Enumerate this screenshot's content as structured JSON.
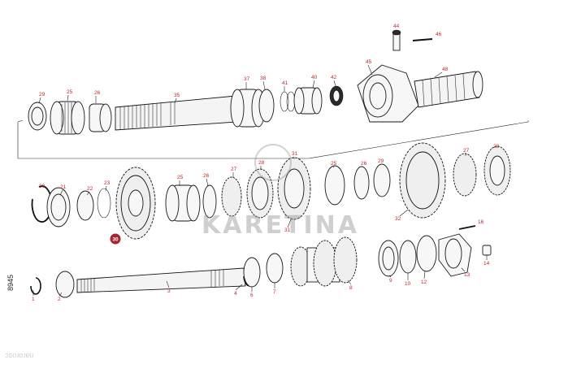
{
  "watermark": "KARETINA",
  "catalog_code": "8945",
  "corner_mark": "ɔꜱoɹoɹɐu",
  "callouts": {
    "c1": "1",
    "c2": "2",
    "c3": "3",
    "c4": "4",
    "c6": "6",
    "c7": "7",
    "c8": "8",
    "c9": "9",
    "c10": "10",
    "c12": "12",
    "c13": "13",
    "c14": "14",
    "c16": "16",
    "c20": "20",
    "c21": "21",
    "c22": "22",
    "c23": "23",
    "c25a": "25",
    "c26a": "26",
    "c27a": "27",
    "c28a": "28",
    "c31a": "31",
    "c31b": "31",
    "c25b": "25",
    "c26b": "26",
    "c29b": "29",
    "c32": "32",
    "c27b": "27",
    "c28b": "28",
    "c30": "30",
    "c29a": "29",
    "c25c": "25",
    "c26c": "26",
    "c35": "35",
    "c37": "37",
    "c38": "38",
    "c41": "41",
    "c40": "40",
    "c42": "42",
    "c45": "45",
    "c44": "44",
    "c46": "46",
    "c48": "48"
  },
  "highlight_color": "#a4252b",
  "label_color": "#c0262c"
}
